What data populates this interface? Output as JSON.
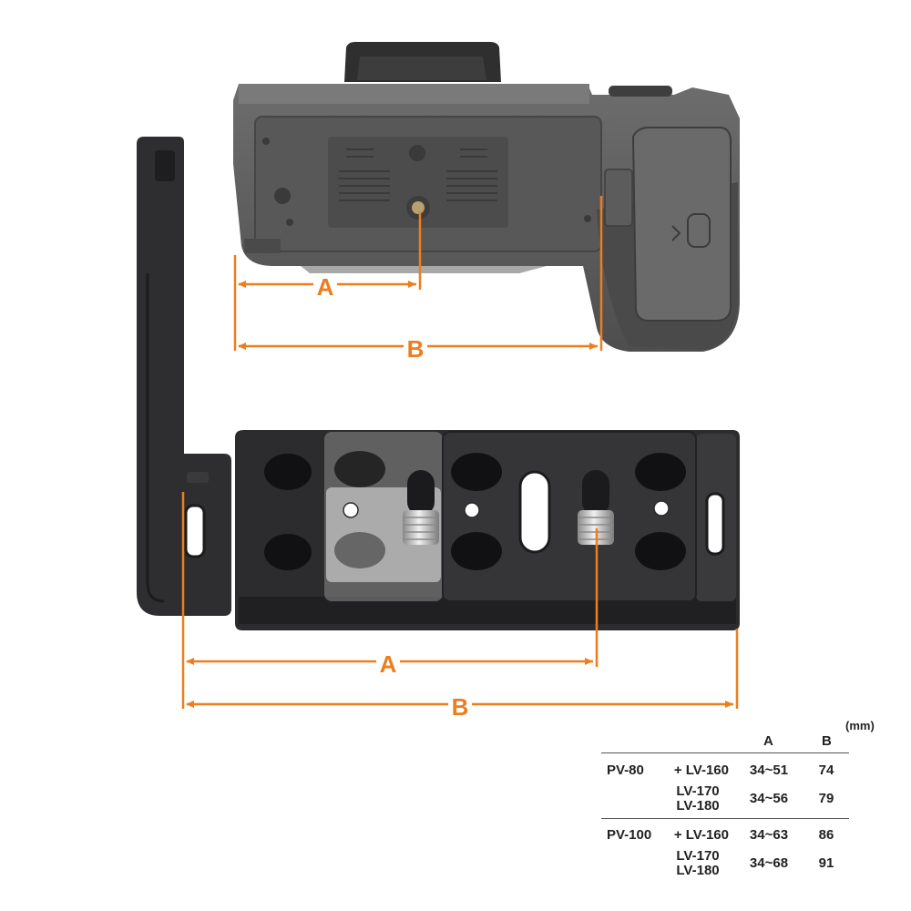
{
  "colors": {
    "dimension_line": "#ee7d1e",
    "camera_body": "#5f5f5f",
    "plate_metal": "#2d2d2f",
    "rubber_pad": "#111111",
    "screw": "#c9c9c9"
  },
  "labels": {
    "camera_a": "A",
    "camera_b": "B",
    "plate_a": "A",
    "plate_b": "B"
  },
  "table": {
    "unit": "(mm)",
    "headers": {
      "a": "A",
      "b": "B"
    },
    "groups": [
      {
        "plate": "PV-80",
        "rows": [
          {
            "lv": "+ LV-160",
            "a": "34~51",
            "b": "74"
          },
          {
            "lv_lines": [
              "LV-170",
              "LV-180"
            ],
            "a": "34~56",
            "b": "79"
          }
        ]
      },
      {
        "plate": "PV-100",
        "rows": [
          {
            "lv": "+ LV-160",
            "a": "34~63",
            "b": "86"
          },
          {
            "lv_lines": [
              "LV-170",
              "LV-180"
            ],
            "a": "34~68",
            "b": "91"
          }
        ]
      }
    ]
  }
}
